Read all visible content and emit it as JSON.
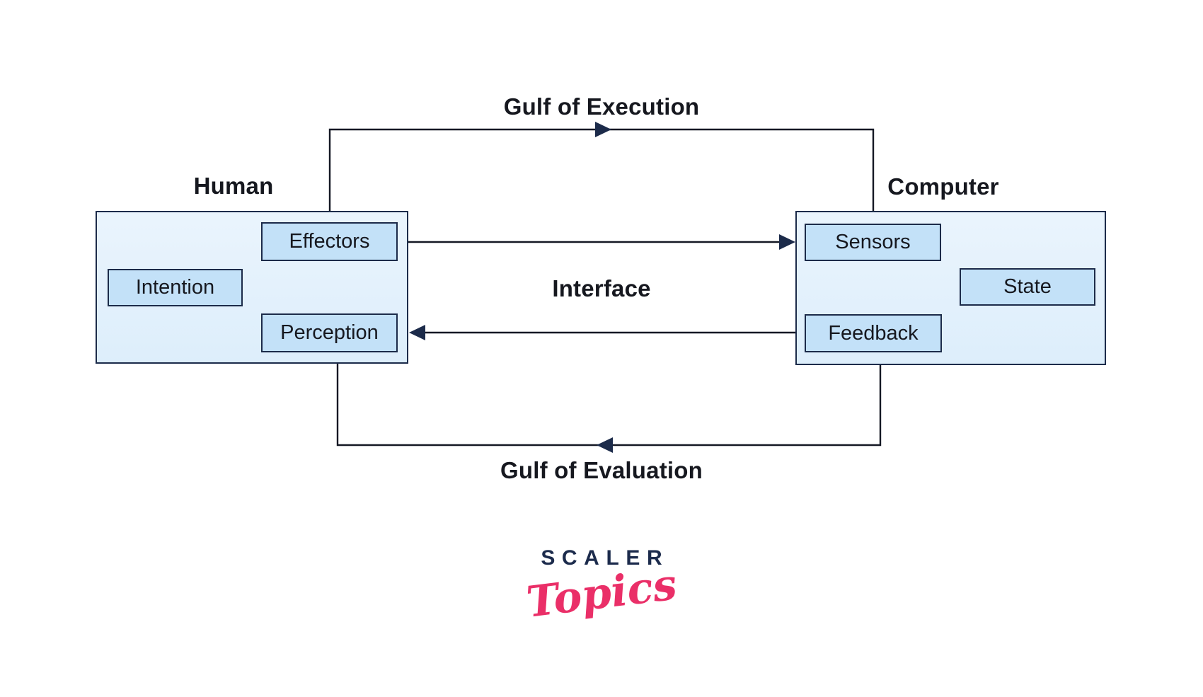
{
  "diagram": {
    "top_label": "Gulf of Execution",
    "bottom_label": "Gulf of Evaluation",
    "center_label": "Interface",
    "human": {
      "title": "Human",
      "nodes": [
        {
          "id": "effectors",
          "label": "Effectors"
        },
        {
          "id": "intention",
          "label": "Intention"
        },
        {
          "id": "perception",
          "label": "Perception"
        }
      ]
    },
    "computer": {
      "title": "Computer",
      "nodes": [
        {
          "id": "sensors",
          "label": "Sensors"
        },
        {
          "id": "state",
          "label": "State"
        },
        {
          "id": "feedback",
          "label": "Feedback"
        }
      ]
    },
    "colors": {
      "container_fill": "#e4f1fc",
      "node_fill": "#c3e1f8",
      "border": "#1c2b4a",
      "connector": "#141824",
      "arrowhead": "#1c2b4a",
      "text": "#16181f"
    }
  },
  "logo": {
    "brand": "SCALER",
    "sub": "Topics",
    "brand_color": "#1c2b4c",
    "sub_color": "#ea2f68"
  }
}
